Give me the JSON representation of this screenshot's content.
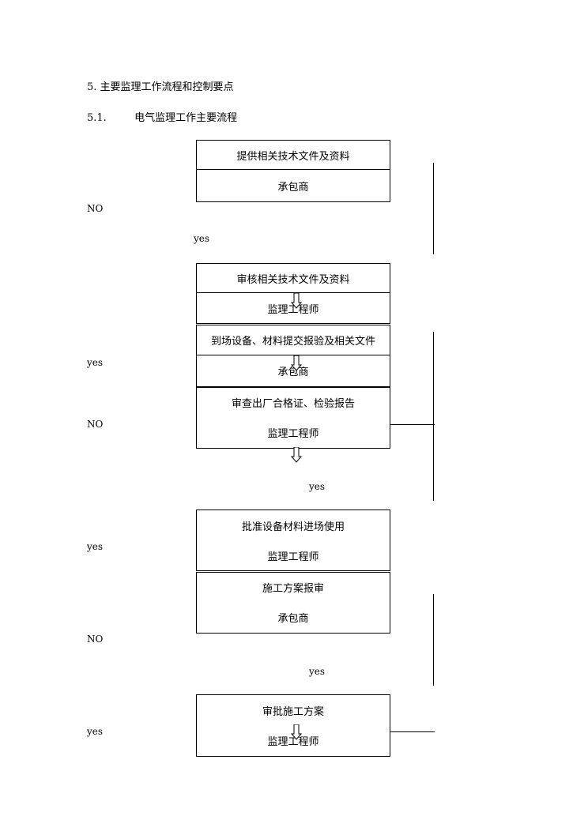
{
  "headings": {
    "h5_num": "5.",
    "h5_text": "主要监理工作流程和控制要点",
    "h51_num": "5.1.",
    "h51_text": "电气监理工作主要流程"
  },
  "flow": {
    "b1_task": "提供相关技术文件及资料",
    "b1_role": "承包商",
    "b2_task": "审核相关技术文件及资料",
    "b2_role": "监理工程师",
    "b3_task": "到场设备、材料提交报验及相关文件",
    "b3_role": "承包商",
    "b4_task": "审查出厂合格证、检验报告",
    "b4_role": "监理工程师",
    "b5_task": "批准设备材料进场使用",
    "b5_role": "监理工程师",
    "b6_task": "施工方案报审",
    "b6_role": "承包商",
    "b7_task": "审批施工方案",
    "b7_role": "监理工程师"
  },
  "labels": {
    "no_1": "NO",
    "yes_1": "yes",
    "yes_2": "yes",
    "no_2": "NO",
    "yes_3": "yes",
    "yes_4": "yes",
    "no_3": "NO",
    "yes_5": "yes",
    "yes_6": "yes"
  }
}
